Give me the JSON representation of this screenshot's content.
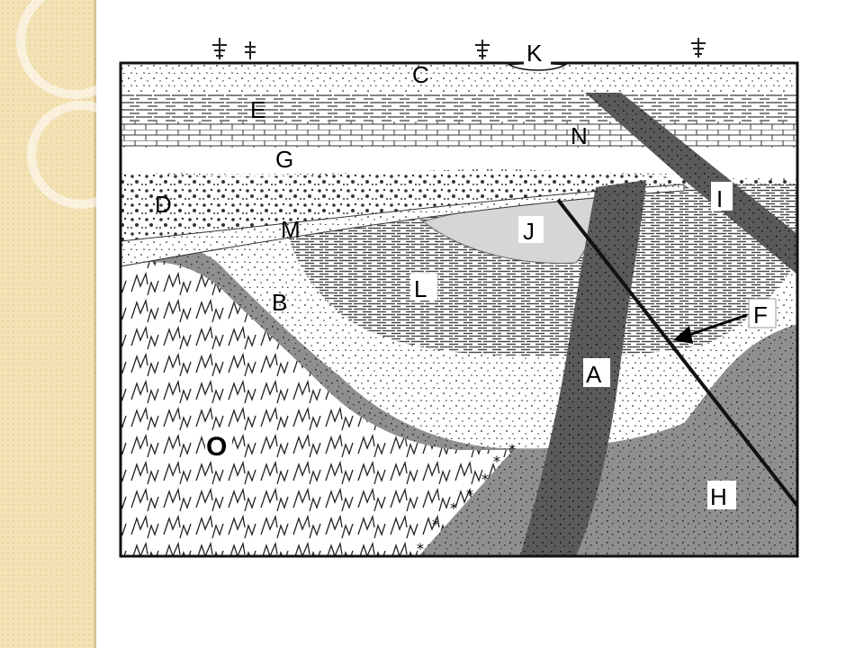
{
  "diagram": {
    "labels": {
      "A": "A",
      "B": "B",
      "C": "C",
      "D": "D",
      "E": "E",
      "F": "F",
      "G": "G",
      "H": "H",
      "I": "I",
      "J": "J",
      "K": "K",
      "L": "L",
      "M": "M",
      "N": "N",
      "O": "O"
    }
  },
  "colors": {
    "sidebar": "#f3e2b4",
    "granite": "#8f8f8f",
    "dike_dark": "#5a5a5a",
    "lens_J": "#d6d6d6"
  }
}
